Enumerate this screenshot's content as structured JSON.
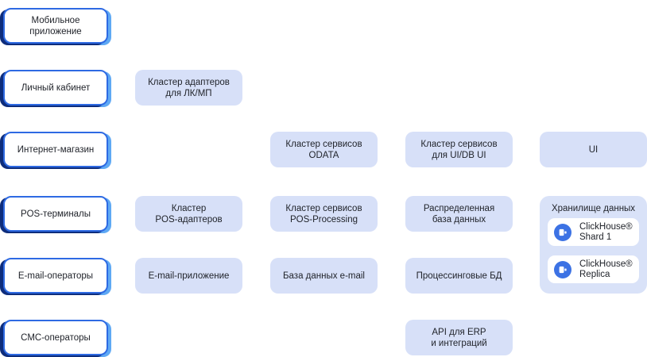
{
  "colors": {
    "card_border": "#2E6AE3",
    "card_shadow_dark": "#0E2D7C",
    "card_shadow_light": "#5FA9F4",
    "service_fill": "#D7E0F8",
    "storage_fill": "#D9E2F8",
    "icon_circle": "#3C72E4",
    "text": "#21242B",
    "background": "#FFFFFF"
  },
  "clients": {
    "mobile_app": "Мобильное приложение",
    "personal_account": "Личный кабинет",
    "online_store": "Интернет-магазин",
    "pos_terminals": "POS-терминалы",
    "email_operators": "E-mail-операторы",
    "sms_operators": "СМС-операторы"
  },
  "services": {
    "adapters_lk_mp": "Кластер адаптеров\nдля ЛК/МП",
    "odata_services": "Кластер сервисов\nODATA",
    "ui_db_services": "Кластер сервисов\nдля UI/DB UI",
    "ui": "UI",
    "pos_adapters": "Кластер\nPOS-адаптеров",
    "pos_processing": "Кластер сервисов\nPOS-Processing",
    "distributed_db": "Распределенная\nбаза данных",
    "email_app": "E-mail-приложение",
    "email_db": "База данных e-mail",
    "processing_db": "Процессинговые БД",
    "api_erp": "API для ERP\nи интеграций"
  },
  "storage": {
    "title": "Хранилище данных",
    "items": [
      {
        "label": "ClickHouse®\nShard 1",
        "icon": "clickhouse-icon"
      },
      {
        "label": "ClickHouse®\nReplica",
        "icon": "clickhouse-icon"
      }
    ]
  }
}
